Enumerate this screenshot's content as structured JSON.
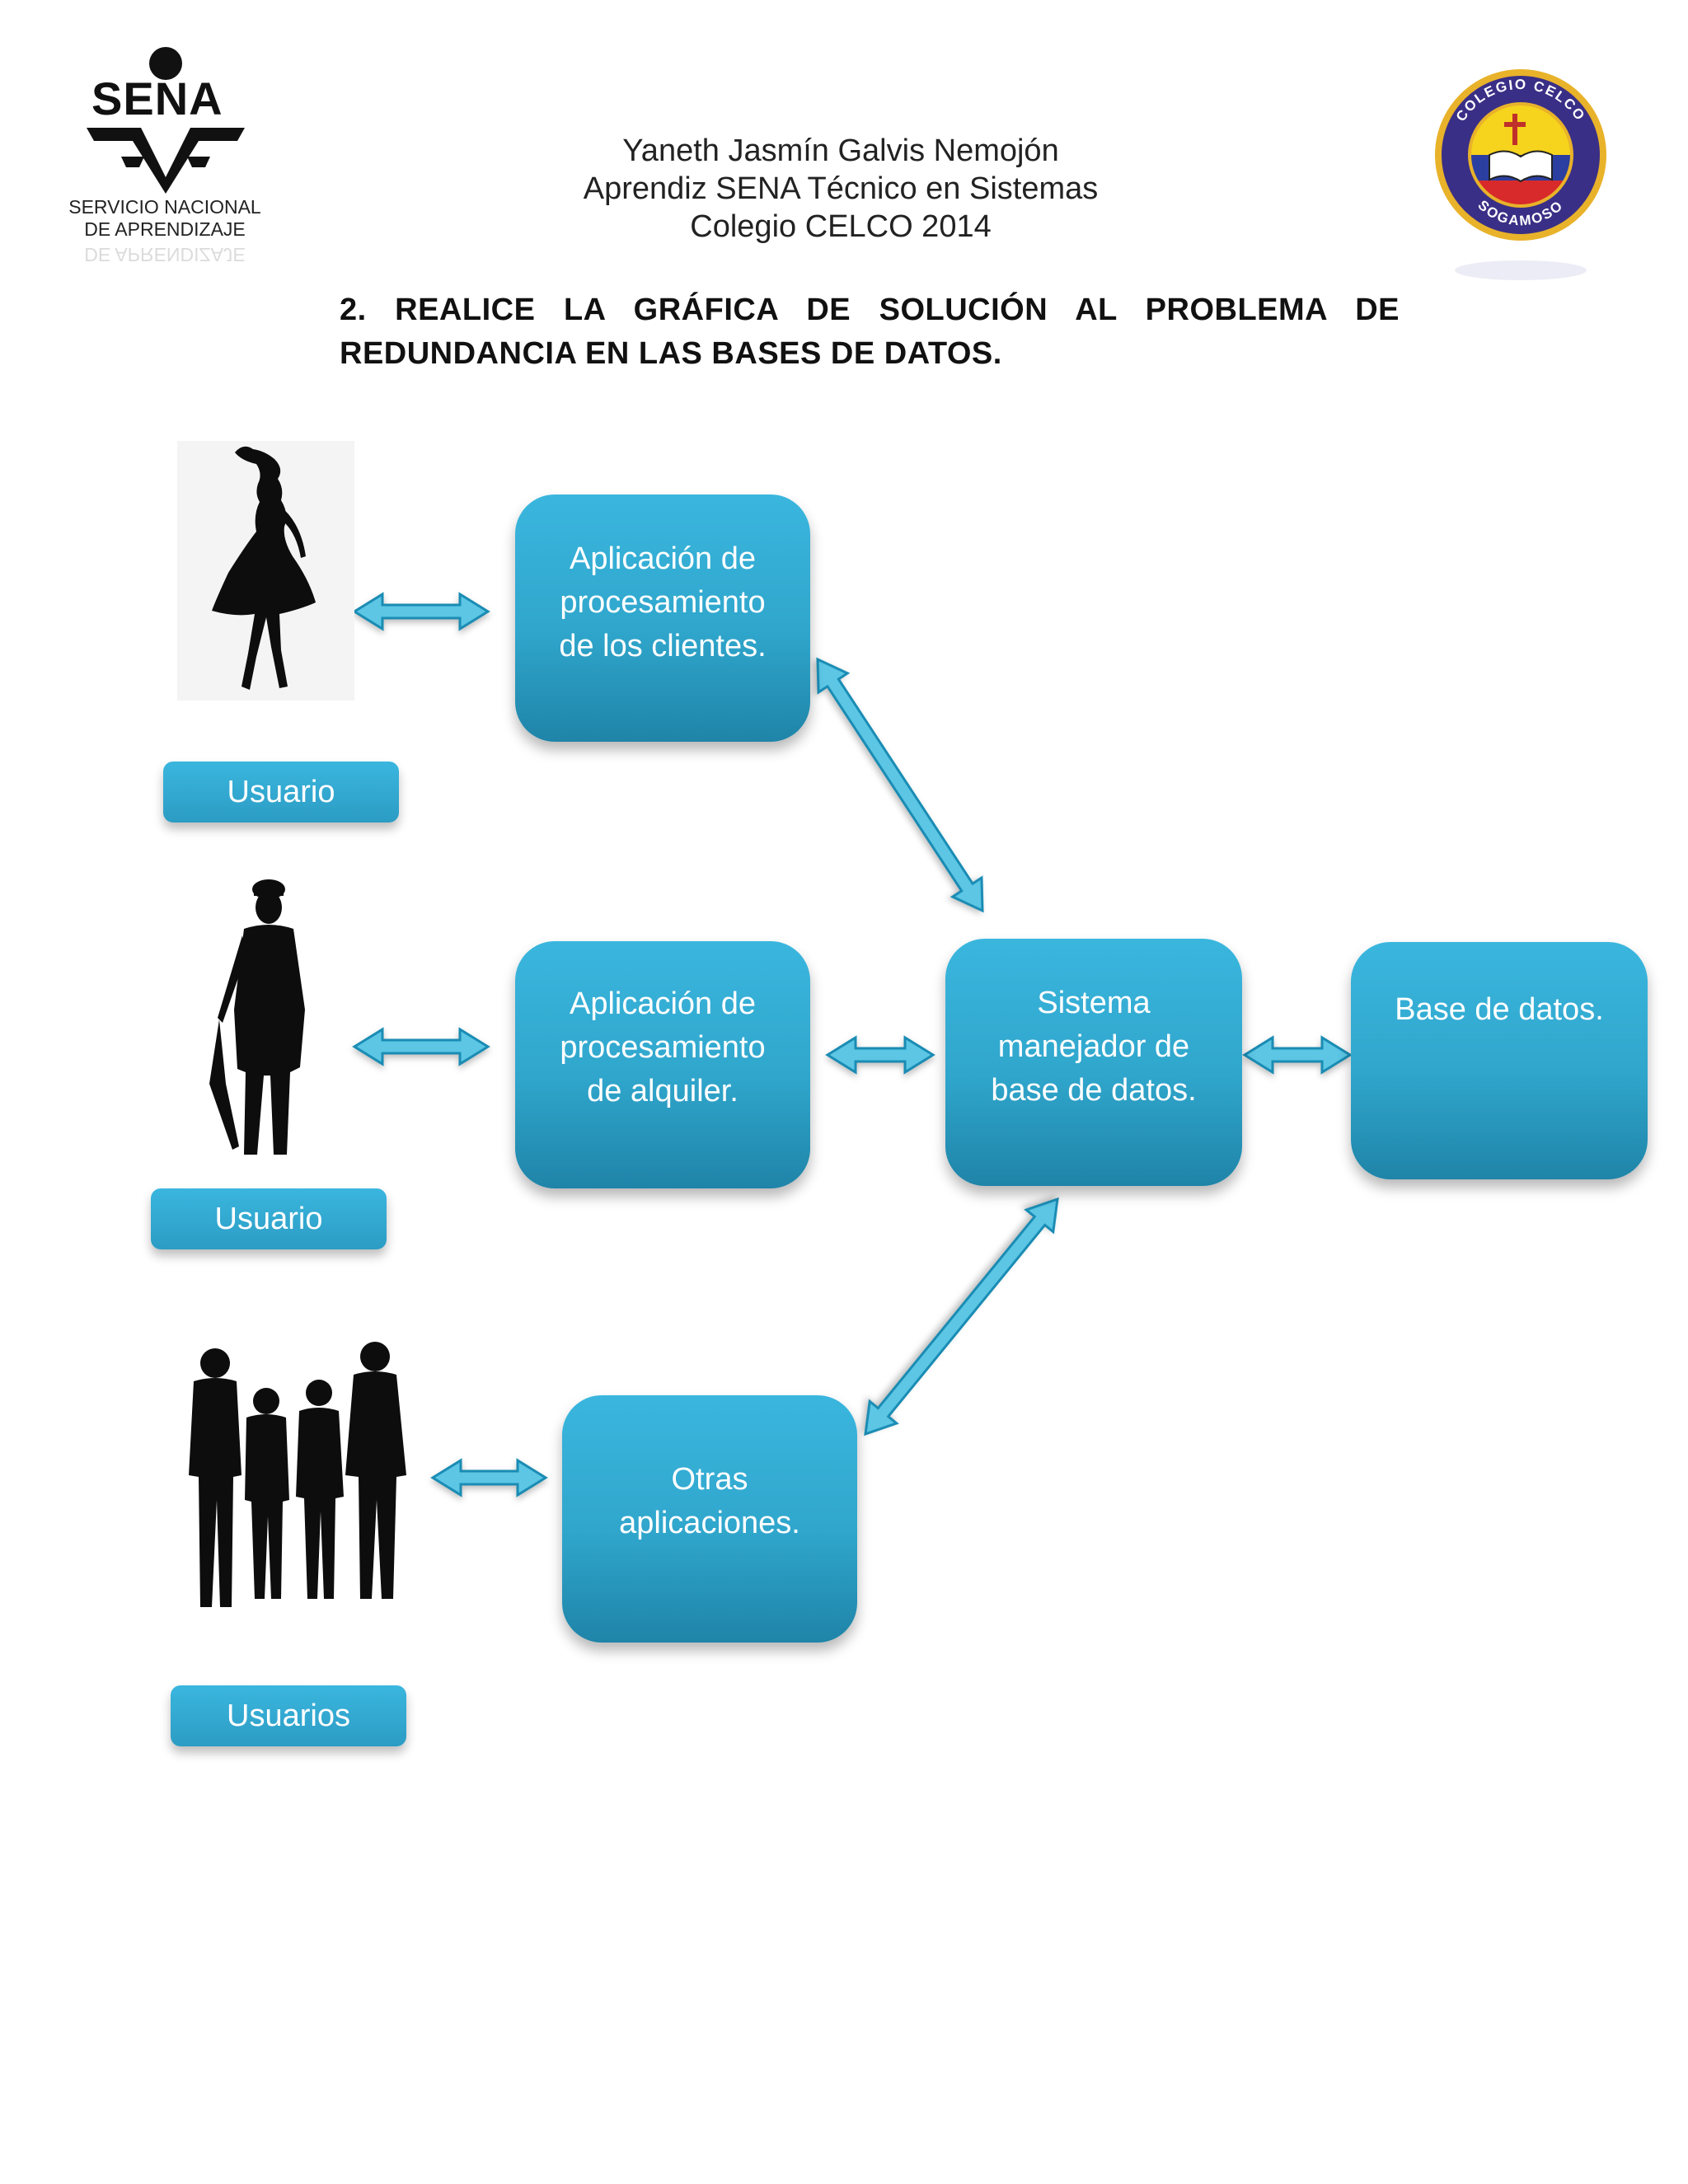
{
  "header": {
    "sena_logo": {
      "name": "SENA",
      "subtitle_line1": "SERVICIO NACIONAL",
      "subtitle_line2": "DE APRENDIZAJE"
    },
    "celco_logo": {
      "top_text": "COLEGIO CELCO",
      "bottom_text": "SOGAMOSO"
    },
    "author_lines": [
      "Yaneth Jasmín Galvis Nemojón",
      "Aprendiz SENA Técnico en Sistemas",
      "Colegio CELCO 2014"
    ]
  },
  "question": "2. REALICE LA GRÁFICA DE SOLUCIÓN AL PROBLEMA DE REDUNDANCIA EN LAS BASES DE DATOS.",
  "diagram": {
    "users": [
      {
        "label": "Usuario",
        "icon": "woman-silhouette-icon"
      },
      {
        "label": "Usuario",
        "icon": "man-with-umbrella-silhouette-icon"
      },
      {
        "label": "Usuarios",
        "icon": "group-silhouette-icon"
      }
    ],
    "applications": [
      {
        "lines": [
          "Aplicación de",
          "procesamiento",
          "de los clientes."
        ]
      },
      {
        "lines": [
          "Aplicación de",
          "procesamiento",
          "de alquiler."
        ]
      },
      {
        "lines": [
          "Otras",
          "aplicaciones."
        ]
      }
    ],
    "dbms": {
      "lines": [
        "Sistema",
        "manejador de",
        "base de datos."
      ]
    },
    "database": {
      "lines": [
        "Base de datos."
      ]
    },
    "colors": {
      "box": "#30a6cc",
      "box_dark": "#1f84a8",
      "arrow": "#5cc6e4",
      "arrow_outline": "#1a8cb4"
    }
  }
}
